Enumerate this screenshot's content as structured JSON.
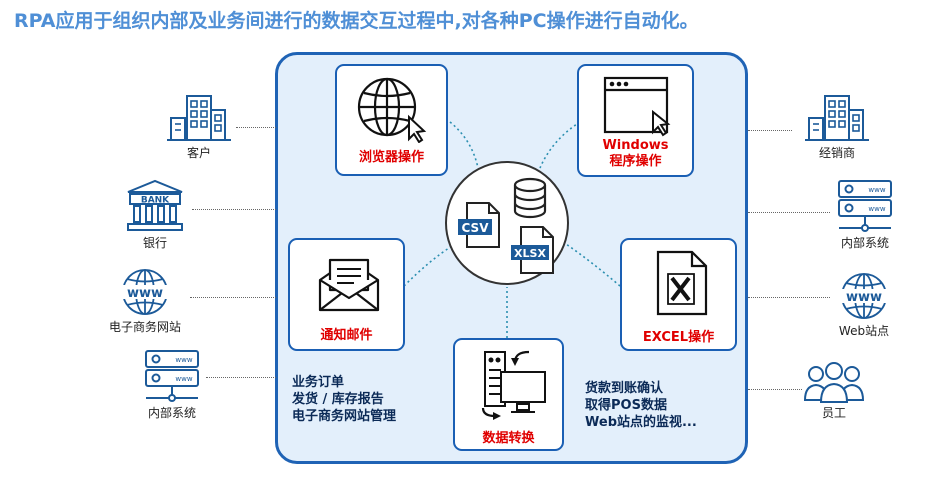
{
  "title": "RPA应用于组织内部及业务间进行的数据交互过程中,对各种PC操作进行自动化。",
  "cards": {
    "browser": "浏览器操作",
    "windows_line1": "Windows",
    "windows_line2": "程序操作",
    "mail": "通知邮件",
    "excel": "EXCEL操作",
    "convert": "数据转换"
  },
  "hub": {
    "csv": "CSV",
    "xlsx": "XLSX"
  },
  "left_entities": [
    "客户",
    "银行",
    "电子商务网站",
    "内部系统"
  ],
  "right_entities": [
    "经销商",
    "内部系统",
    "Web站点",
    "员工"
  ],
  "bank_sign": "BANK",
  "www": "www",
  "notes_left": [
    "业务订单",
    "发货 / 库存报告",
    "电子商务网站管理"
  ],
  "notes_right": [
    "货款到账确认",
    "取得POS数据",
    "Web站点的监视..."
  ],
  "colors": {
    "title": "#4f8fd6",
    "frame": "#1f63b5",
    "panel": "#e3effb",
    "label_red": "#e00000",
    "icon": "#1c5a99"
  }
}
